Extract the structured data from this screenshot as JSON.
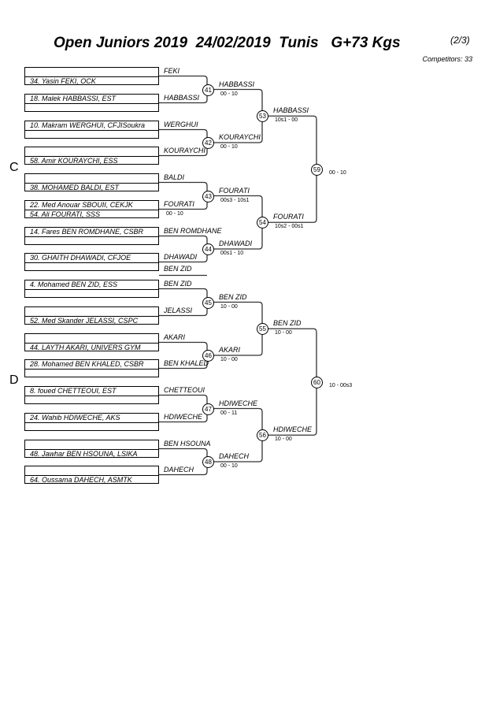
{
  "header": {
    "title": "Open Juniors 2019  24/02/2019  Tunis   G+73 Kgs",
    "page": "(2/3)",
    "competitors": "Competitors: 33"
  },
  "pools": [
    "C",
    "D"
  ],
  "boxes": [
    {
      "top": "",
      "bottom": "34. Yasin FEKI, OCK"
    },
    {
      "top": "18. Malek HABBASSI, EST",
      "bottom": ""
    },
    {
      "top": "10. Makram WERGHUI, CFJISoukra",
      "bottom": ""
    },
    {
      "top": "",
      "bottom": "58. Amir KOURAYCHI, ESS"
    },
    {
      "top": "",
      "bottom": "38. MOHAMED BALDI, EST"
    },
    {
      "top": "22. Med Anouar SBOUII, CEKJK",
      "bottom": "54. Ali FOURATI, SSS"
    },
    {
      "top": "14. Fares BEN ROMDHANE, CSBR",
      "bottom": ""
    },
    {
      "top": "30. GHAITH DHAWADI, CFJOE",
      "bottom": ""
    },
    {
      "top": "4. Mohamed BEN ZID, ESS",
      "bottom": ""
    },
    {
      "top": "",
      "bottom": "52. Med Skander JELASSI, CSPC"
    },
    {
      "top": "",
      "bottom": "44. LAYTH AKARI, UNIVERS GYM"
    },
    {
      "top": "28. Mohamed BEN KHALED, CSBR",
      "bottom": ""
    },
    {
      "top": "8. foued CHETTEOUI, EST",
      "bottom": ""
    },
    {
      "top": "24. Wahib HDIWECHE, AKS",
      "bottom": ""
    },
    {
      "top": "",
      "bottom": "48. Jawhar BEN HSOUNA, LSIKA"
    },
    {
      "top": "",
      "bottom": "64. Oussama DAHECH, ASMTK"
    }
  ],
  "entrants": [
    "FEKI",
    "HABBASSI",
    "WERGHUI",
    "KOURAYCHI",
    "BALDI",
    "FOURATI",
    "BEN ROMDHANE",
    "DHAWADI",
    "BEN ZID",
    "JELASSI",
    "AKARI",
    "BEN KHALED",
    "CHETTEOUI",
    "HDIWECHE",
    "BEN HSOUNA",
    "DAHECH"
  ],
  "extra": {
    "fourati_score": "00 - 10",
    "ben_zid_label": "BEN ZID"
  },
  "round1": [
    {
      "num": "41",
      "winner": "HABBASSI",
      "score": "00 - 10"
    },
    {
      "num": "42",
      "winner": "KOURAYCHI",
      "score": "00 - 10"
    },
    {
      "num": "43",
      "winner": "FOURATI",
      "score": "00s3 - 10s1"
    },
    {
      "num": "44",
      "winner": "DHAWADI",
      "score": "00s1 - 10"
    },
    {
      "num": "45",
      "winner": "BEN ZID",
      "score": "10 - 00"
    },
    {
      "num": "46",
      "winner": "AKARI",
      "score": "10 - 00"
    },
    {
      "num": "47",
      "winner": "HDIWECHE",
      "score": "00 - 11"
    },
    {
      "num": "48",
      "winner": "DAHECH",
      "score": "00 - 10"
    }
  ],
  "round2": [
    {
      "num": "53",
      "winner": "HABBASSI",
      "score": "10s1 - 00"
    },
    {
      "num": "54",
      "winner": "FOURATI",
      "score": "10s2 - 00s1"
    },
    {
      "num": "55",
      "winner": "BEN ZID",
      "score": "10 - 00"
    },
    {
      "num": "56",
      "winner": "HDIWECHE",
      "score": "10 - 00"
    }
  ],
  "round3": [
    {
      "num": "59",
      "score": "00 - 10"
    },
    {
      "num": "60",
      "score": "10 - 00s3"
    }
  ]
}
